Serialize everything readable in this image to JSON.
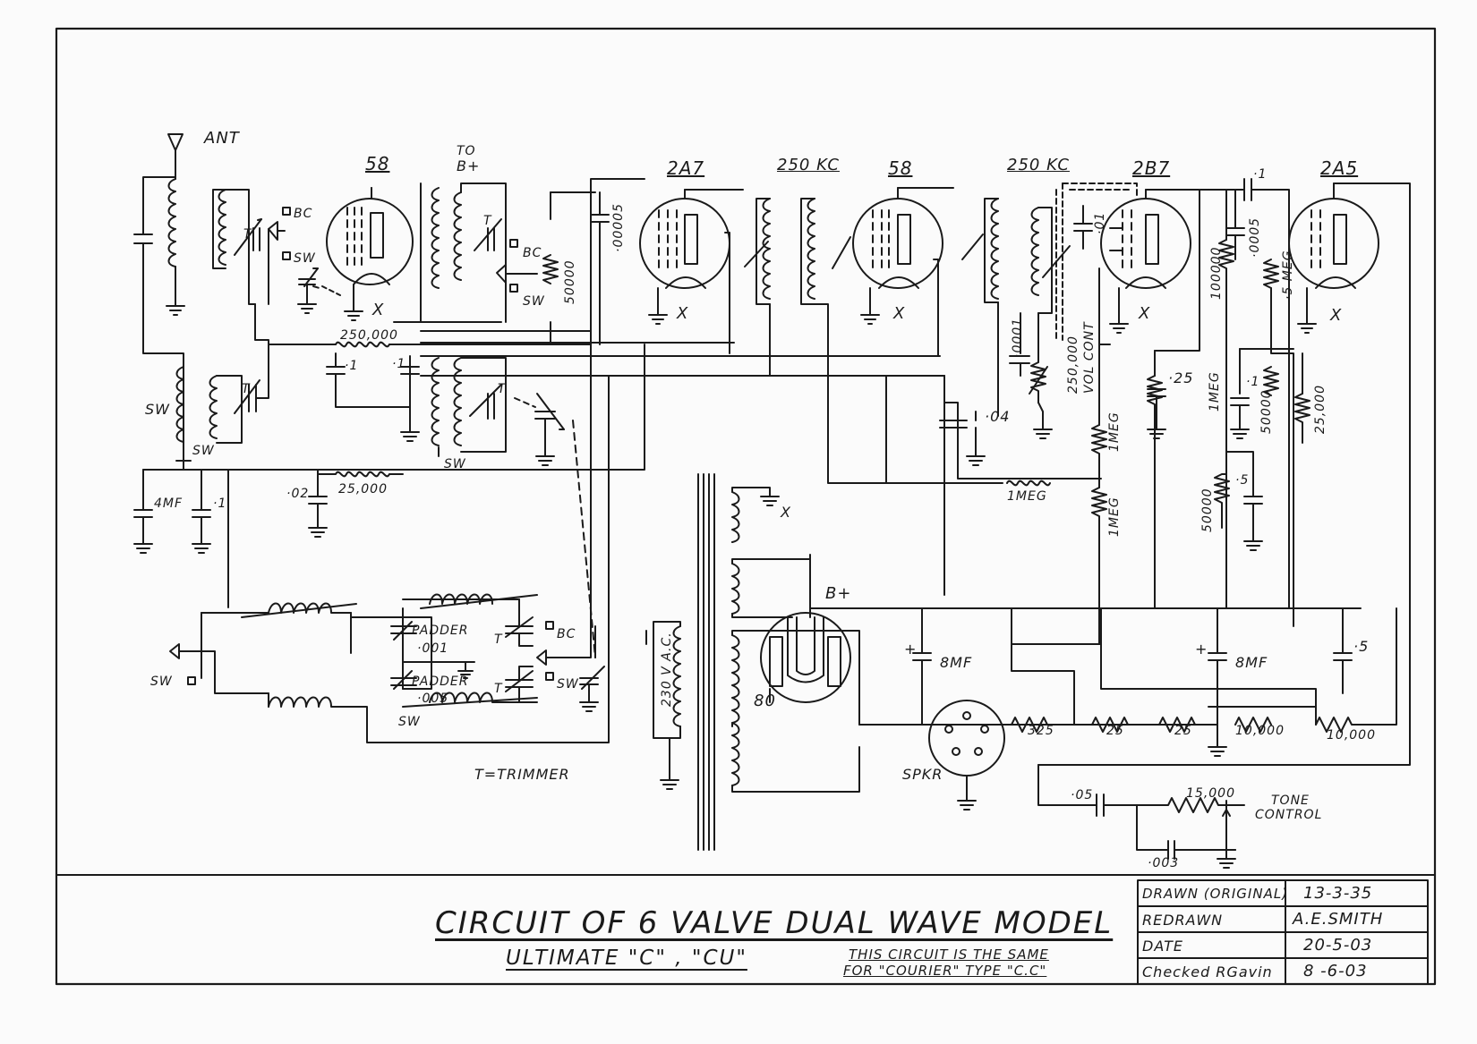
{
  "title": {
    "main": "CIRCUIT OF 6 VALVE DUAL WAVE MODEL",
    "sub": "ULTIMATE \"C\" ‚ \"CU\"",
    "note_line1": "THIS CIRCUIT IS THE SAME",
    "note_line2": "FOR \"COURIER\" TYPE \"C.C\""
  },
  "title_block": {
    "rows": [
      {
        "label": "DRAWN (ORIGINAL)",
        "value": "13-3-35"
      },
      {
        "label": "REDRAWN",
        "value": "A.E.SMITH"
      },
      {
        "label": "DATE",
        "value": "20-5-03"
      },
      {
        "label": "Checked RGavin",
        "value": "8 -6-03"
      }
    ]
  },
  "valves": {
    "v1": "58",
    "v2": "2A7",
    "v3": "58",
    "v4": "2B7",
    "v5": "2A5",
    "rect": "80"
  },
  "labels": {
    "ant": "ANT",
    "to_b_plus_1": "TO",
    "to_b_plus_2": "B+",
    "if1": "250 KC",
    "if2": "250 KC",
    "bc": "BC",
    "sw": "SW",
    "x": "X",
    "r250000": "250,000",
    "c1a": "·1",
    "c1b": "·1",
    "c02": "·02",
    "r25000a": "25,000",
    "c4mf": "4MF",
    "c1c": "·1",
    "r50000a": "50000",
    "c00005": "·00005",
    "c0001": "·0001",
    "vol_cont_1": "250,000",
    "vol_cont_2": "VOL CONT",
    "c01": "·01",
    "c04": "·04",
    "r1meg_a": "1MEG",
    "r1meg_b": "1MEG",
    "r1meg_c": "1MEG",
    "r1meg_d": "1MEG",
    "c25": "·25",
    "c1d": "·1",
    "c0005": "·0005",
    "r100000": "100000",
    "r5meg": "·5 MEG",
    "r50000b": "50000",
    "r25000b": "25,000",
    "c5a": "·5",
    "r50000c": "50000",
    "b_plus": "B+",
    "ac230": "230 V A.C.",
    "c8mf_a": "8MF",
    "c8mf_b": "8MF",
    "c5b": "·5",
    "r325": "325",
    "r25a": "25",
    "r25b": "25",
    "r10000a": "10,000",
    "r10000b": "10,000",
    "spkr": "SPKR",
    "c05": "·05",
    "r15000": "15,000",
    "tone_1": "TONE",
    "tone_2": "CONTROL",
    "c003": "·003",
    "padder1": "PADDER",
    "padder1v": "·001",
    "padder2": "PADDER",
    "padder2v": "·005",
    "trimmer": "T=TRIMMER",
    "t": "T"
  }
}
